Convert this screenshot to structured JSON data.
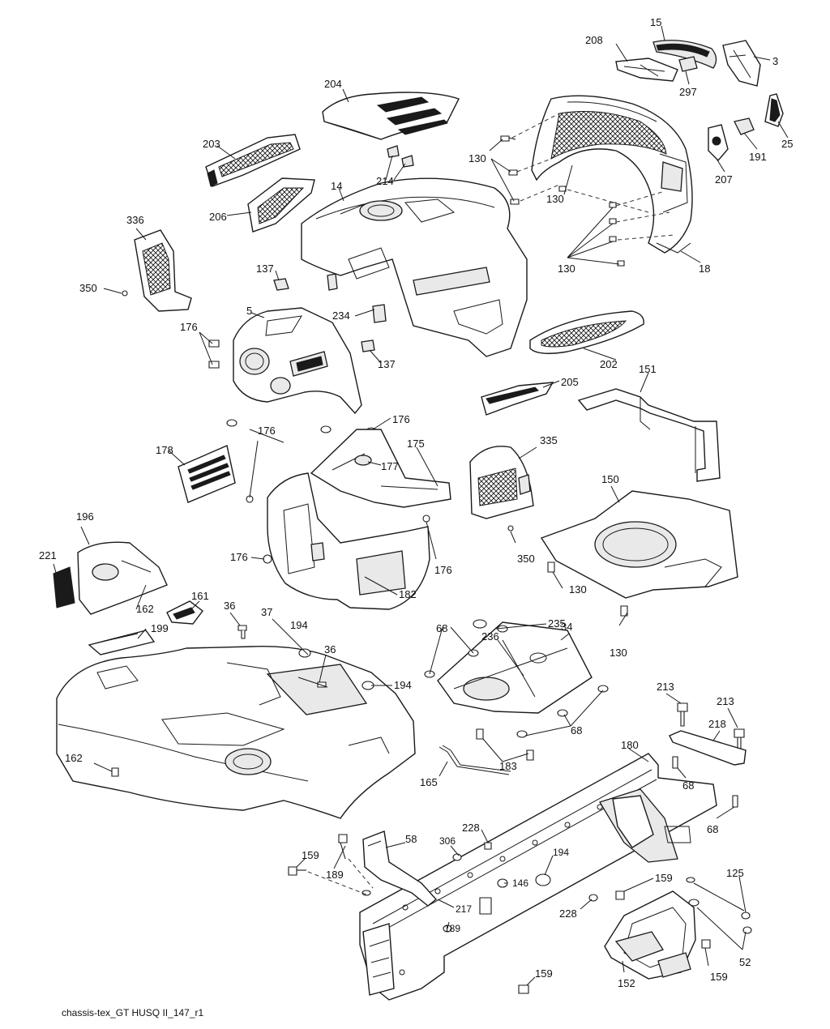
{
  "diagram": {
    "caption": "chassis-tex_GT HUSQ II_147_r1",
    "callouts": [
      "15",
      "208",
      "3",
      "297",
      "204",
      "25",
      "191",
      "207",
      "130",
      "203",
      "214",
      "14",
      "206",
      "336",
      "137",
      "350",
      "5",
      "234",
      "18",
      "176",
      "202",
      "205",
      "151",
      "178",
      "175",
      "177",
      "335",
      "196",
      "221",
      "182",
      "150",
      "162",
      "161",
      "36",
      "37",
      "194",
      "199",
      "68",
      "235",
      "236",
      "34",
      "213",
      "218",
      "183",
      "165",
      "180",
      "228",
      "306",
      "58",
      "189",
      "159",
      "146",
      "125",
      "217",
      "52",
      "152"
    ],
    "icon": "exploded-parts-diagram"
  }
}
